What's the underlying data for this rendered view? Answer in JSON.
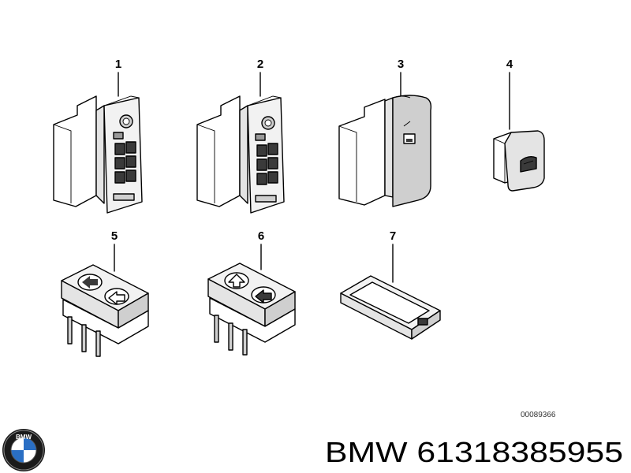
{
  "callouts": [
    "1",
    "2",
    "3",
    "4",
    "5",
    "6",
    "7"
  ],
  "drawing_ref": "00089366",
  "brand": {
    "logo_text": "BMW",
    "part_number_text": "BMW 61318385955"
  },
  "colors": {
    "line": "#000000",
    "fill_light": "#f2f2f2",
    "fill_mid": "#cfcfcf",
    "bmw_blue": "#2a6fc4"
  }
}
